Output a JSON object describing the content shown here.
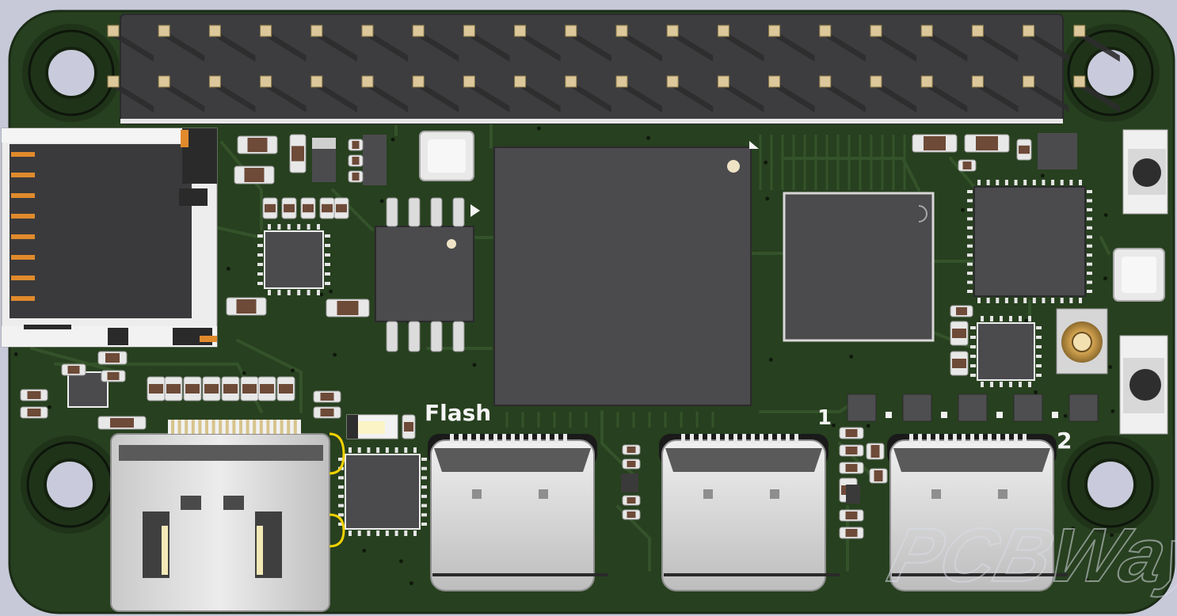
{
  "scene": {
    "kind": "3D PCB render (top view)",
    "colors": {
      "background": "#c7c9d9",
      "solder_mask": "#27401f",
      "trace": "#34532a",
      "silkscreen": "#f4f4f4",
      "ic_body": "#4b4b4e",
      "pin_gold": "#dcc89a",
      "header_plastic": "#3c3c3e",
      "connector_metal": "#d9d9d9"
    }
  },
  "labels": {
    "flash": "Flash",
    "usb_1": "1",
    "usb_2": "2",
    "watermark": "PCBWay"
  },
  "components": {
    "gpio_header": {
      "pin_pairs": 20,
      "icon": "pin-header"
    },
    "usb_c_ports": 3,
    "mounting_holes": 4,
    "buttons": 2,
    "led_pads": 5
  }
}
